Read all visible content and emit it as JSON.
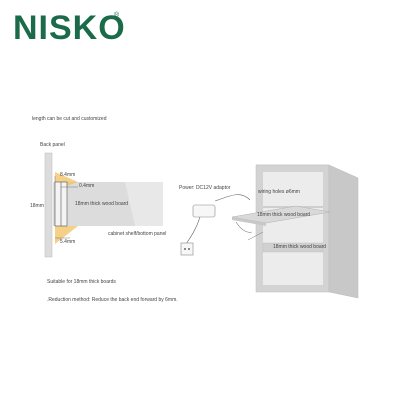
{
  "brand": {
    "name": "NISKO",
    "registered_mark": "®",
    "color": "#1b6b4a"
  },
  "notes": {
    "top": "length can be cut and customized",
    "suitable": "Suitable for 18mm thick boards",
    "reduction": ".Reduction method: Reduce the back end forward by 6mm."
  },
  "left_diagram": {
    "back_panel": "Back panel",
    "dim_top": "8.4mm",
    "dim_gap": "0.4mm",
    "dim_height": "18mm",
    "board_label": "18mm thick wood board",
    "dim_bottom": "5.4mm",
    "shelf_label": "cabinet shelf/bottom panel",
    "led_color": "#f0c060"
  },
  "power": {
    "label": "Power: DC12V adaptor"
  },
  "cabinet": {
    "holes_label": "wiring holes ø6mm",
    "shelf_out_label": "18mm thick wood board",
    "shelf_in_label": "18mm thick wood board",
    "wall_color": "#d3d3d3",
    "inner_color": "#e6e6e6"
  }
}
